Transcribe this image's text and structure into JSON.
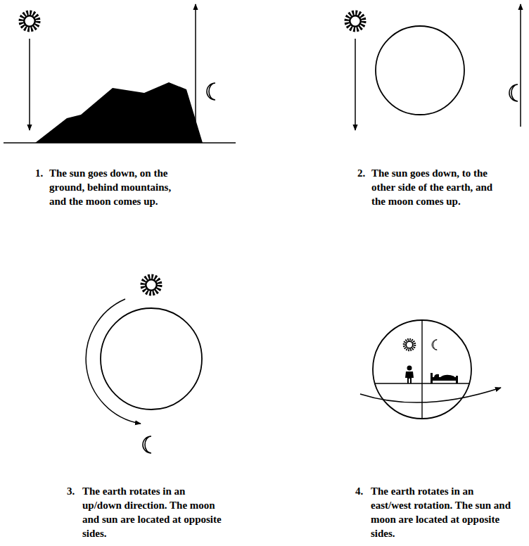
{
  "diagram": {
    "labels": [
      "1.",
      "The sun goes down, on the ground, behind mountains, and the moon comes up.",
      "2.",
      "The sun goes down, to the other side of the earth, and the moon comes up.",
      "3.",
      "The earth rotates in an up/down direction. The moon and sun are located at opposite sides.",
      "4.",
      "The earth rotates in an east/west rotation. The sun and moon are located at opposite sides."
    ]
  }
}
